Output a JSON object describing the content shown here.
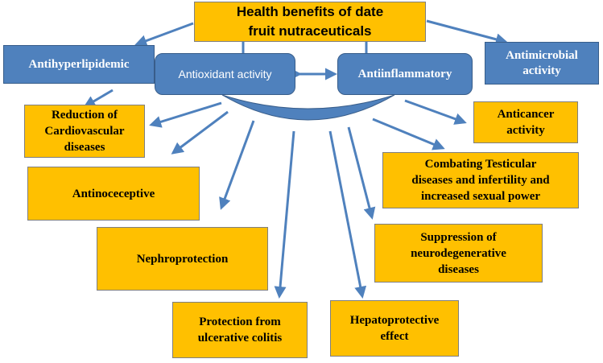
{
  "title": "Health benefits of date\nfruit nutraceuticals",
  "hubs": {
    "antioxidant": "Antioxidant activity",
    "antiinflammatory": "Antiinflammatory"
  },
  "benefits": {
    "antihyperlipidemic": "Antihyperlipidemic",
    "antimicrobial": "Antimicrobial\nactivity",
    "cardiovascular": "Reduction of\nCardiovascular\ndiseases",
    "anticancer": "Anticancer\nactivity",
    "testicular": "Combating Testicular\ndiseases and infertility and\nincreased sexual power",
    "antinoceceptive": "Antinoceceptive",
    "neurodegenerative": "Suppression of\nneurodegenerative\ndiseases",
    "nephroprotection": "Nephroprotection",
    "colitis": "Protection from\nulcerative colitis",
    "hepatoprotective": "Hepatoprotective\neffect"
  },
  "colors": {
    "orange_box": "#ffc000",
    "blue_box": "#4f81bd",
    "arrow": "#4f81bd"
  }
}
